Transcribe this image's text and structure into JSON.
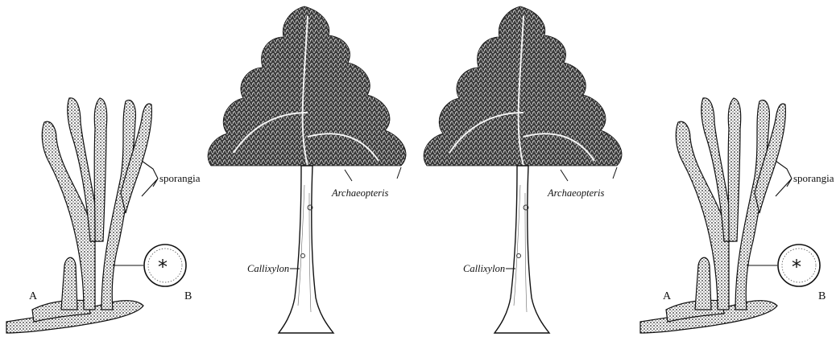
{
  "panels": [
    {
      "kind": "lycopsid",
      "labels": {
        "sporangia": "sporangia",
        "a": "A",
        "b": "B"
      }
    },
    {
      "kind": "tree",
      "labels": {
        "crown": "Archaeopteris",
        "trunk": "Callixylon"
      }
    },
    {
      "kind": "tree",
      "labels": {
        "crown": "Archaeopteris",
        "trunk": "Callixylon"
      }
    },
    {
      "kind": "lycopsid",
      "labels": {
        "sporangia": "sporangia",
        "a": "A",
        "b": "B"
      }
    }
  ],
  "colors": {
    "ink": "#111111",
    "paper": "#ffffff",
    "foliage": "#2a2a2a"
  }
}
